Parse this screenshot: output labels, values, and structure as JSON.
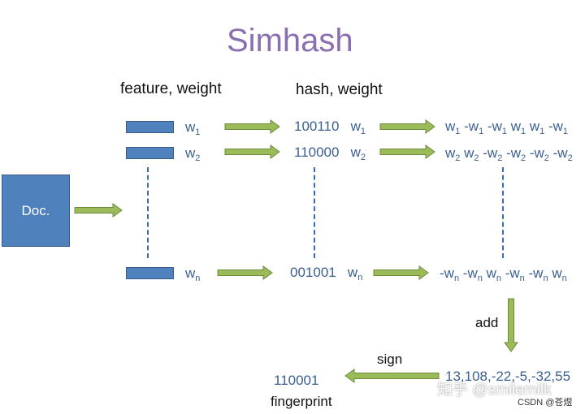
{
  "title": "Simhash",
  "headers": {
    "feature": "feature, weight",
    "hash": "hash, weight"
  },
  "doc_label": "Doc.",
  "weights": {
    "w1": "1",
    "w2": "2",
    "wn": "n"
  },
  "hashes": {
    "h1": "100110",
    "h2": "110000",
    "hn": "001001"
  },
  "add_label": "add",
  "sum_values": "13,108,-22,-5,-32,55",
  "sign_label": "sign",
  "fingerprint_value": "110001",
  "fingerprint_label": "fingerprint",
  "watermark": "知乎 @smilemilk",
  "csdn_credit": "CSDN @苍煜",
  "colors": {
    "title": "#8a6fb0",
    "box": "#4f81bd",
    "arrow": "#9bbb59",
    "text_blue": "#3b5f8f"
  }
}
